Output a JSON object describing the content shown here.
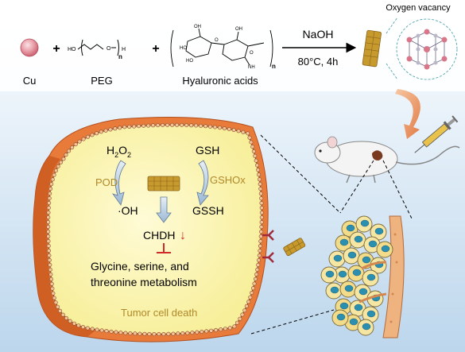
{
  "synthesis": {
    "cu_label": "Cu",
    "peg_label": "PEG",
    "ha_label": "Hyaluronic acids",
    "plus": "+",
    "reagent": "NaOH",
    "conditions": "80°C, 4h",
    "oxygen_vacancy": "Oxygen vacancy",
    "peg_formula": {
      "ho": "HO",
      "h": "H",
      "o": "O",
      "n": "n"
    },
    "ha_formula": {
      "oh": "OH",
      "ho": "HO",
      "o": "O",
      "nh": "NH",
      "n": "n"
    }
  },
  "cell": {
    "h2o2_main": "H",
    "h2o2_sub1": "2",
    "h2o2_o": "O",
    "h2o2_sub2": "2",
    "pod": "POD",
    "oh_radical": "·OH",
    "gsh": "GSH",
    "gshox": "GSHOx",
    "gssh": "GSSH",
    "chdh": "CHDH",
    "chdh_arrow": "↓",
    "metabolism_line1": "Glycine, serine, and",
    "metabolism_line2": "threonine metabolism",
    "death": "Tumor cell death"
  },
  "colors": {
    "background_top": "#ffffff",
    "background_bottom": "#c9dff0",
    "cell_fill": "#fbf6b4",
    "cell_edge": "#e07a3a",
    "pod_text": "#b0892a",
    "red_arrow": "#d12a2a",
    "nanozyme": "#c79a2e"
  }
}
